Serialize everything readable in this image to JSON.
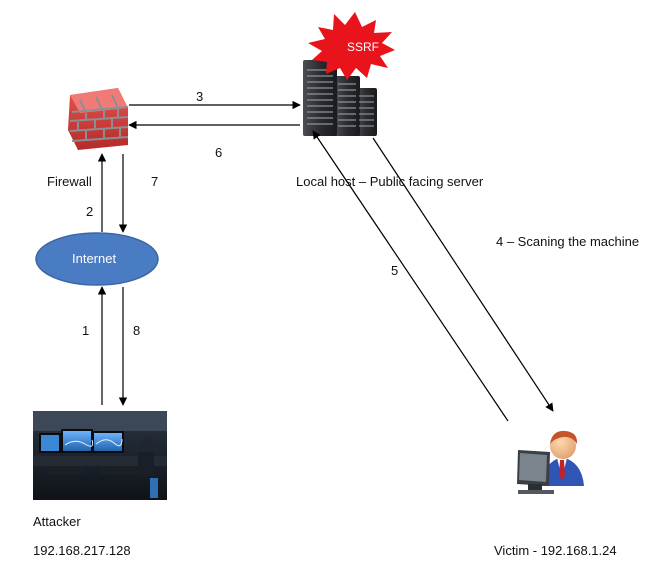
{
  "labels": {
    "firewall": "Firewall",
    "server": "Local host – Public facing server",
    "internet": "Internet",
    "ssrf": "SSRF",
    "scanning": "4 – Scaning the machine",
    "attacker": "Attacker",
    "attacker_ip": "192.168.217.128",
    "victim": "Victim - 192.168.1.24"
  },
  "steps": {
    "s1": "1",
    "s2": "2",
    "s3": "3",
    "s5": "5",
    "s6": "6",
    "s7": "7",
    "s8": "8"
  },
  "colors": {
    "internet_fill": "#4a7cc4",
    "ssrf_burst": "#e8131b",
    "firewall_brick": "#d8413c",
    "server_body": "#2d2f33"
  },
  "icons": {
    "firewall": "brick-firewall-icon",
    "server": "server-rack-icon",
    "attacker": "monitor-desk-photo",
    "victim": "user-at-computer-icon"
  }
}
